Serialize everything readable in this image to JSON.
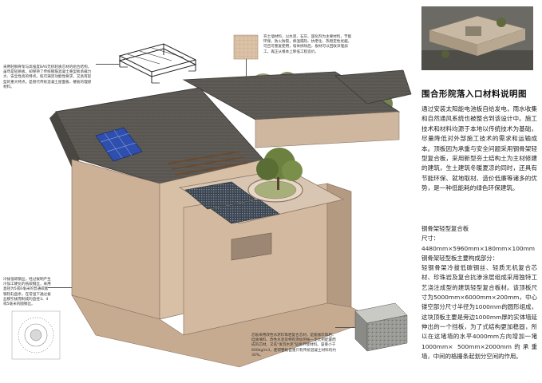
{
  "panel": {
    "title": "围合形院落入口材料说明图",
    "intro": "通过安装太阳能电池板自给发电，雨水收集和自然通风系统也被整合到该设计中。施工技术和材料均源于本地以传统技术为基础，尽量降低对外部施工技术的需求和运输成本。顶板因为承重与安全问题采用钢骨架轻型复合板，采用新型夯土结构土为主材修建的建筑，生土建筑冬暖夏凉的同时，还具有节能环保、就地取材、造价低廉等诸多的优势，是一种低能耗的绿色环保建筑。",
    "spec_lines": [
      "钢骨架轻型复合板",
      "尺寸：",
      "4480mm×5960mm×180mm×100mm",
      "钢骨架轻型板主要构成部分：",
      "轻钢骨架冷拔低碳钢丝、轻质无机复合芯材、珍珠岩及复合抗渗涂层组成采用独特工艺浇注成型的建筑轻型复合板材。该顶板尺寸为5000mm×6000mm×200mm，中心镂空部分尺寸半径为1000mm的圆形组成，这块顶板主要是旁边1000mm厚的实体墙延伸出的一个挡板，为了式结构更加稳固，所以在这堵墙的水平4000mm方向增加一堵1000mm× 500mm×2000mm的承重墙，中间的格栅条起划分空间的作用。"
    ]
  },
  "annotations": {
    "steel_frame": "采用轻钢骨架与高强度BAS无机轻质芯材的组合结构，虽然是轻质板，却保持了传统钢筋混凝土重型板承载力大、安全性高的特点。既可满足功能性要求，又具有轻型的重大特点。是替代传统混凝土屋面板、楼板的理想材料。",
    "rammed_earth": "夯土墙材料，以水泥、石灰、固化剂为主要材料，节能环保，防火防裂，保温隔热、抗老化、热稳定性优越。可且可重复使用，墙体拆除后，板材可以回收深埋加工，再正从根本上降低工程造价。",
    "steel_wire": "冷拔低碳钢丝，经过拔制产生冷加工硬化的低碳钢丝，采用直径为5或6毫米的普通碳素钢热轧盘条，在常温下通过拔丝模引拔而制成的直径3、4或5毫米的圆钢丝。",
    "core_board": "芯板采用改性水泥珍珠岩复合芯材，是膨胀珍珠岩、硅质填料、改性水泥及特有添加剂按一定比例配置而成的芯材。又名\"发泡水泥\"轻质节能材料。容重小于600kg/m3，使得整板自重只有传统混凝土材料的约30%。"
  },
  "colors": {
    "earth_wall": "#cdb39a",
    "roof_tile": "#5d5a55",
    "solar_panel": "#2f4fae",
    "grass": "#6f8a3c"
  }
}
